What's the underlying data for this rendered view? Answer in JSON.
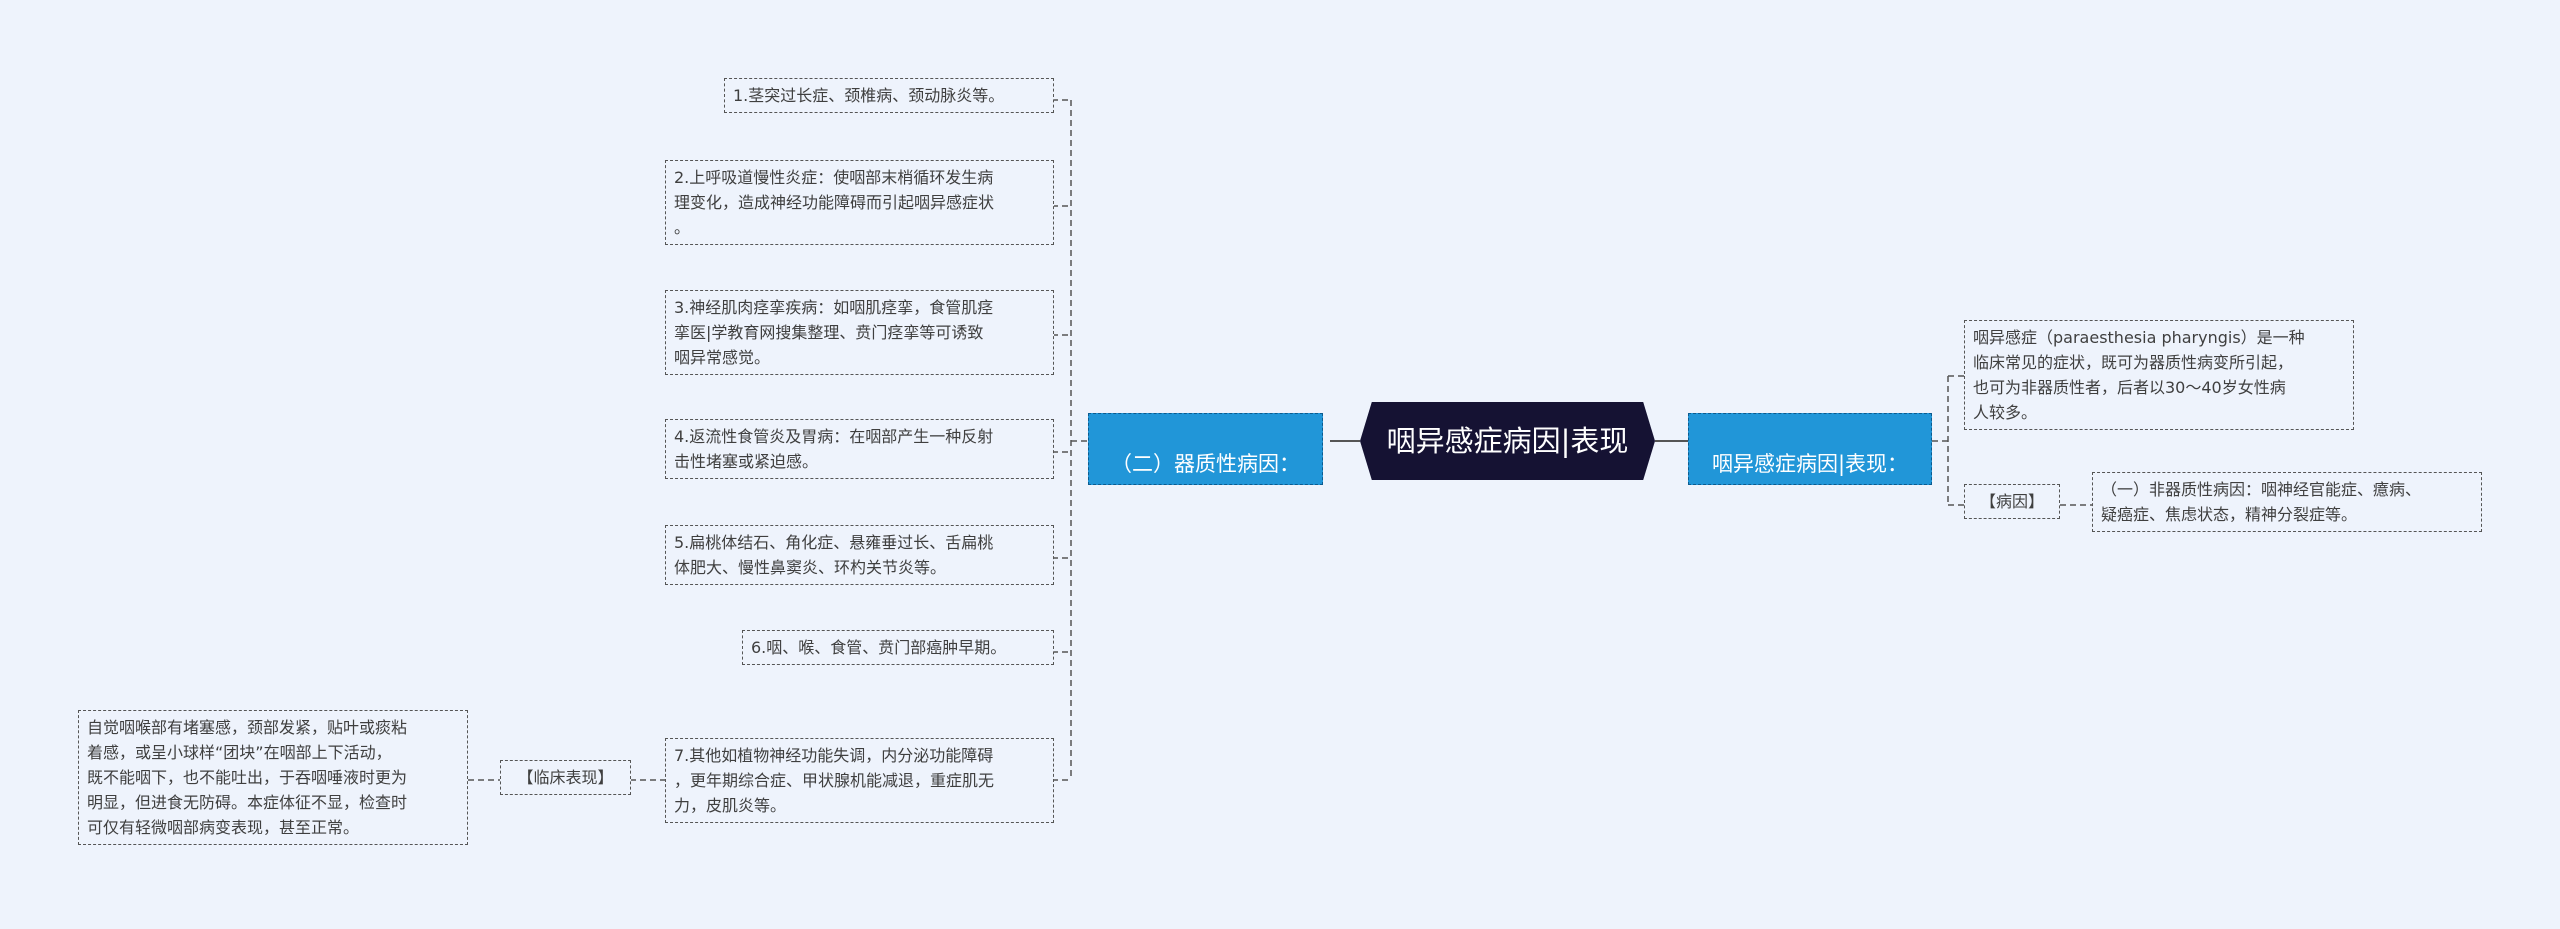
{
  "root": {
    "label": "咽异感症病因|表现"
  },
  "left_branch": {
    "label": "（二）器质性病因：",
    "items": [
      "1.茎突过长症、颈椎病、颈动脉炎等。",
      "2.上呼吸道慢性炎症：使咽部末梢循环发生病\n理变化，造成神经功能障碍而引起咽异感症状\n。",
      "3.神经肌肉痉挛疾病：如咽肌痉挛，食管肌痉\n挛医|学教育网搜集整理、贲门痉挛等可诱致\n咽异常感觉。",
      "4.返流性食管炎及胃病：在咽部产生一种反射\n击性堵塞或紧迫感。",
      "5.扁桃体结石、角化症、悬雍垂过长、舌扁桃\n体肥大、慢性鼻窦炎、环杓关节炎等。",
      "6.咽、喉、食管、贲门部癌肿早期。",
      "7.其他如植物神经功能失调，内分泌功能障碍\n，更年期综合症、甲状腺机能减退，重症肌无\n力，皮肌炎等。"
    ],
    "clinical": {
      "label": "【临床表现】",
      "text": "自觉咽喉部有堵塞感，颈部发紧，贴叶或痰粘\n着感，或呈小球样“团块”在咽部上下活动，\n既不能咽下，也不能吐出，于吞咽唾液时更为\n明显，但进食无防碍。本症体征不显，检查时\n可仅有轻微咽部病变表现，甚至正常。"
    }
  },
  "right_branch": {
    "label": "咽异感症病因|表现：",
    "description": "咽异感症（paraesthesia pharyngis）是一种\n临床常见的症状，既可为器质性病变所引起，\n也可为非器质性者，后者以30～40岁女性病\n人较多。",
    "cause": {
      "label": "【病因】",
      "text": "（一）非器质性病因：咽神经官能症、癔病、\n疑癌症、焦虑状态，精神分裂症等。"
    }
  }
}
